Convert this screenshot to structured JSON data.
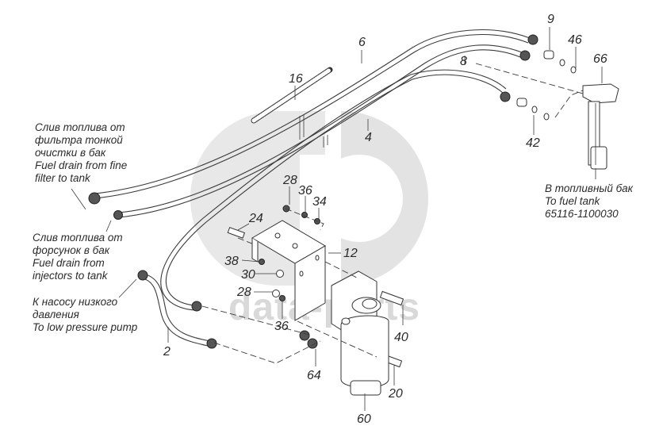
{
  "diagram": {
    "title": "Fuel lines and coarse fuel filter assembly",
    "watermark": "data-parts",
    "part_numbers": {
      "p2": "2",
      "p4": "4",
      "p6": "6",
      "p8": "8",
      "p9": "9",
      "p12": "12",
      "p16": "16",
      "p20": "20",
      "p24": "24",
      "p28a": "28",
      "p28b": "28",
      "p30": "30",
      "p34": "34",
      "p36a": "36",
      "p36b": "36",
      "p38": "38",
      "p40": "40",
      "p42": "42",
      "p46": "46",
      "p60": "60",
      "p64": "64",
      "p66": "66"
    },
    "callouts": {
      "fine_filter_drain": "Слив топлива от\nфильтра тонкой\nочистки в бак\nFuel drain from fine\nfilter to tank",
      "injectors_drain": "Слив топлива от\nфорсунок в бак\nFuel drain from\ninjectors to tank",
      "low_pressure_pump": "К насосу низкого\nдавления\nTo low pressure pump",
      "fuel_tank": "В топливный бак\nTo fuel tank\n65116-1100030"
    }
  }
}
